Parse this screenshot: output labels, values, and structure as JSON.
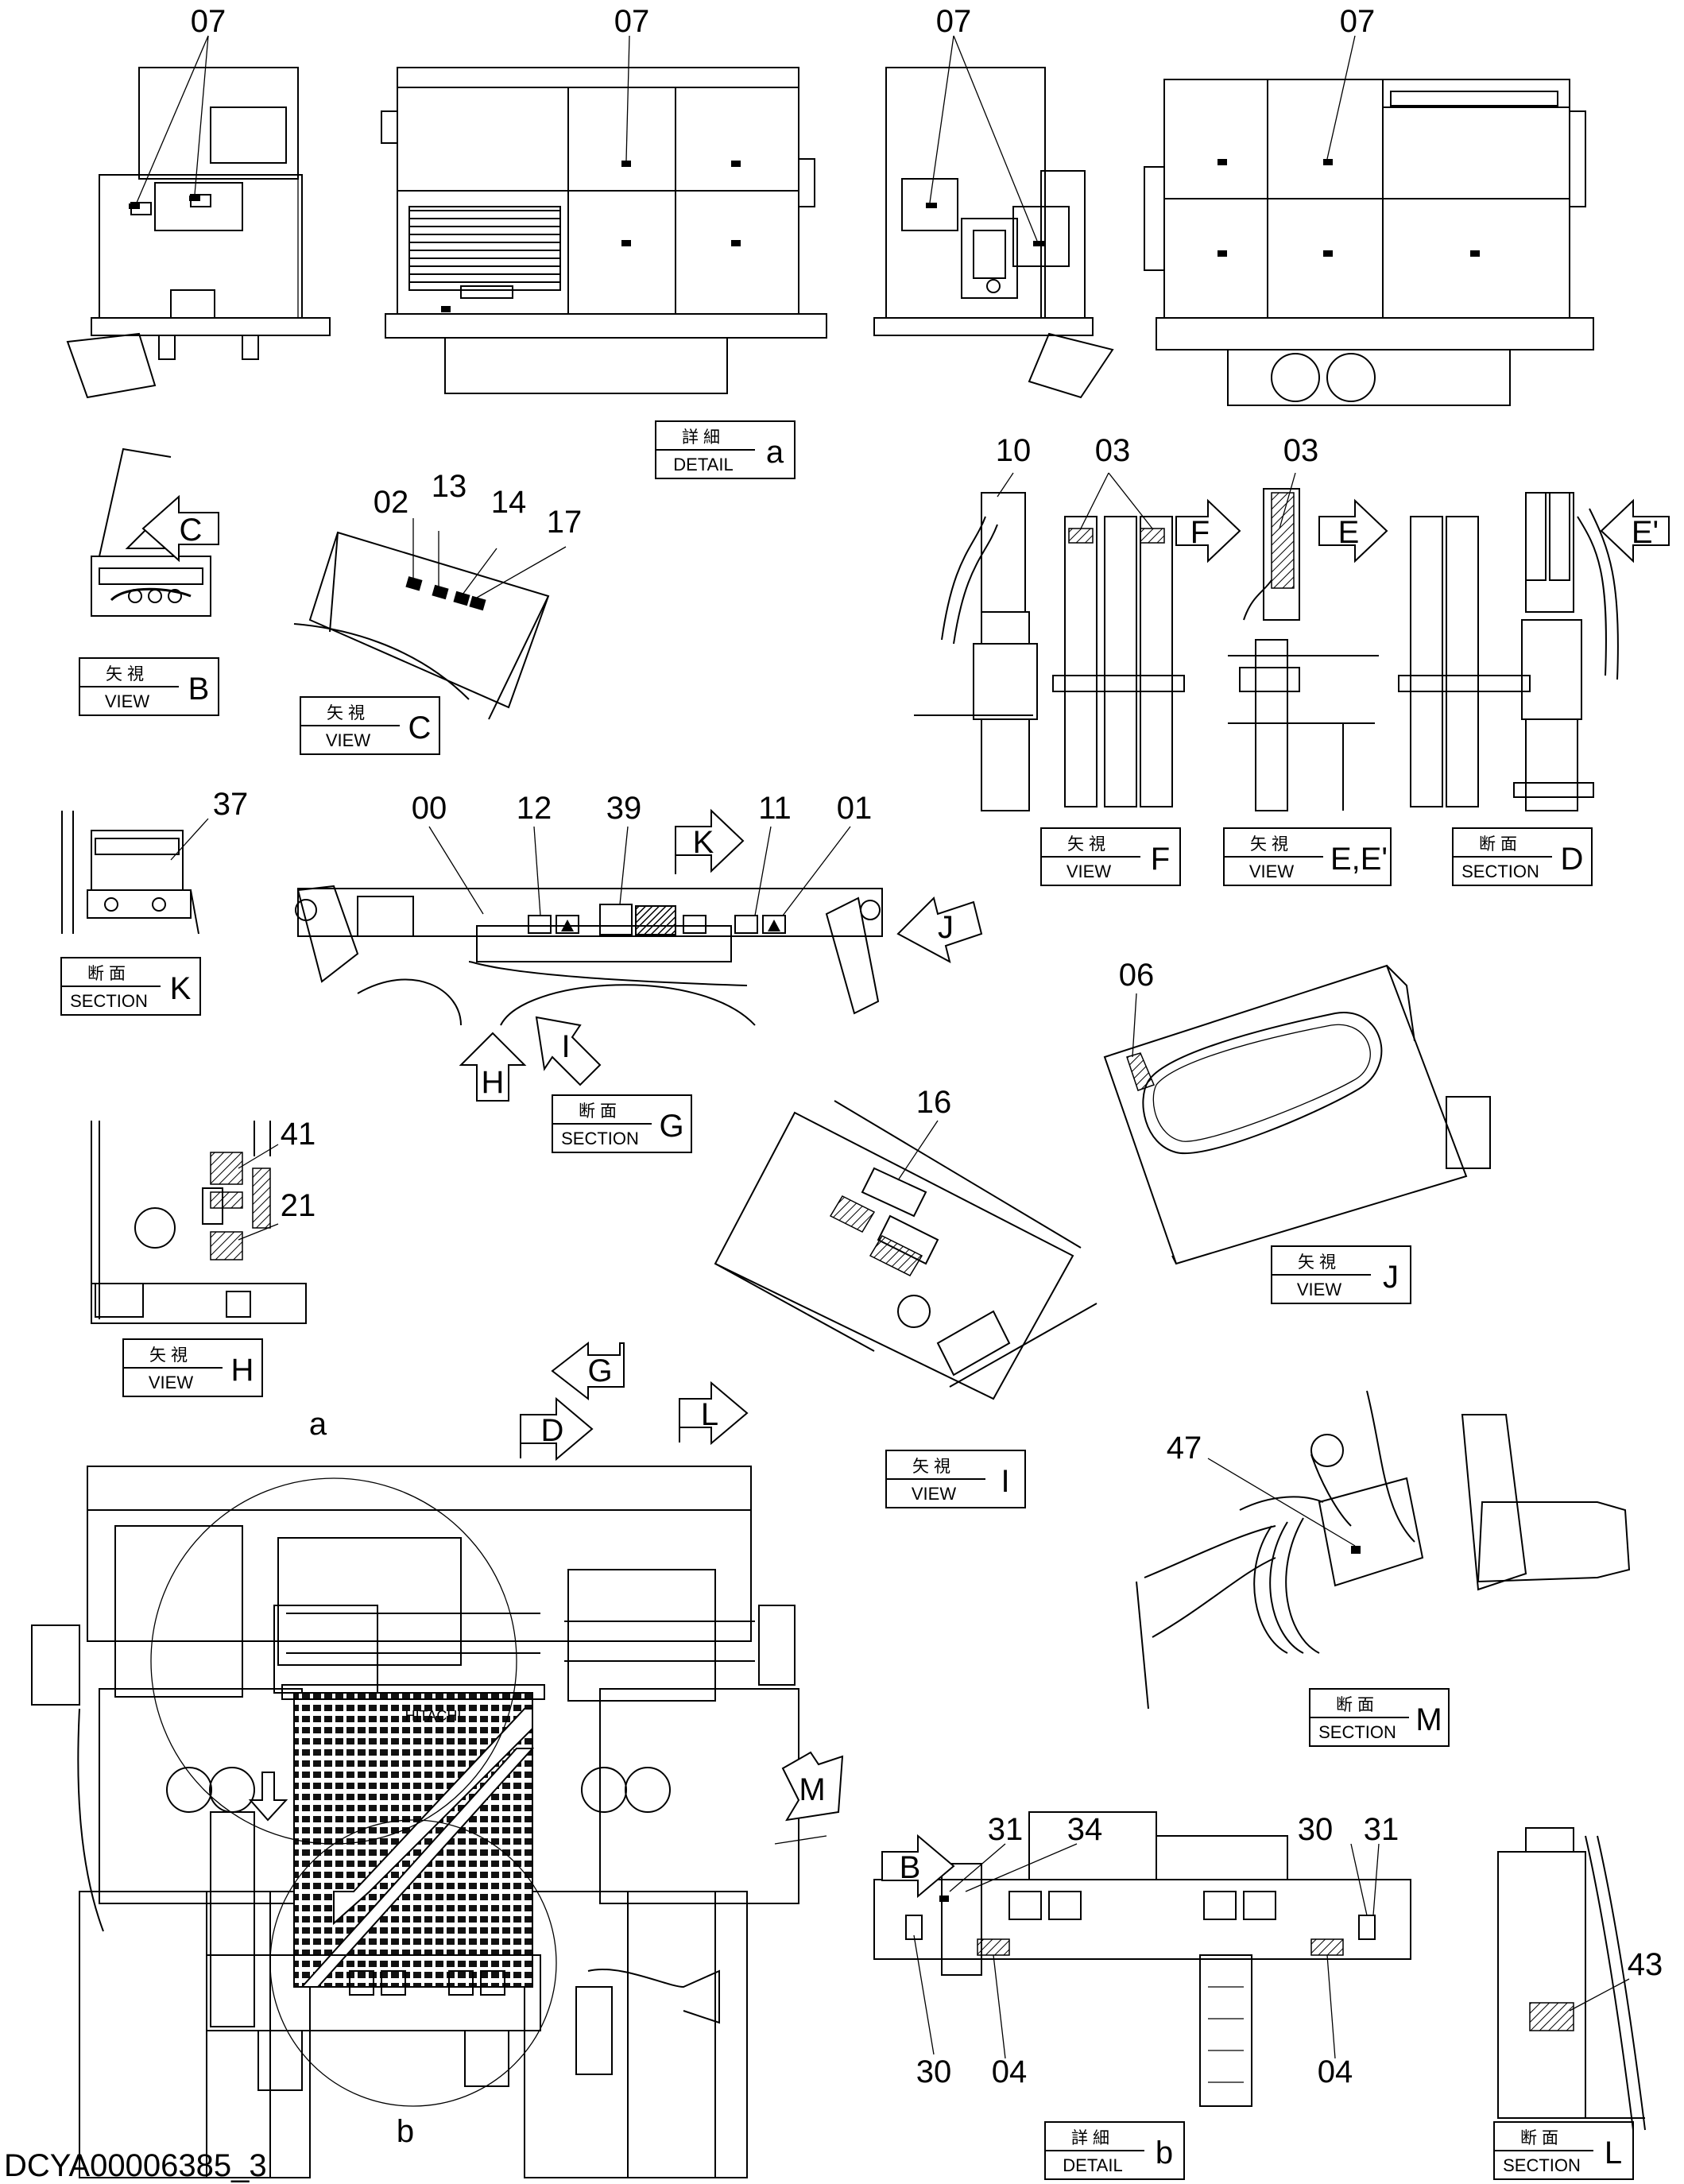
{
  "document_id": "DCYA00006385_3",
  "callouts": {
    "top1": "07",
    "top2": "07",
    "top3": "07",
    "top4": "07",
    "c02": "02",
    "c13": "13",
    "c14": "14",
    "c17": "17",
    "c10": "10",
    "c03a": "03",
    "c03b": "03",
    "c37": "37",
    "c00": "00",
    "c12": "12",
    "c39": "39",
    "c11": "11",
    "c01": "01",
    "c06": "06",
    "c41": "41",
    "c21": "21",
    "c16": "16",
    "c47": "47",
    "ca": "a",
    "cb": "b",
    "c31a": "31",
    "c34": "34",
    "c30a": "30",
    "c31b": "31",
    "c30b": "30",
    "c04a": "04",
    "c04b": "04",
    "c43": "43"
  },
  "tags": {
    "detail_a": {
      "jp": "詳細",
      "en": "DETAIL",
      "id": "a"
    },
    "detail_b": {
      "jp": "詳細",
      "en": "DETAIL",
      "id": "b"
    },
    "view_b": {
      "jp": "矢視",
      "en": "VIEW",
      "id": "B"
    },
    "view_c": {
      "jp": "矢視",
      "en": "VIEW",
      "id": "C"
    },
    "view_f": {
      "jp": "矢視",
      "en": "VIEW",
      "id": "F"
    },
    "view_ee": {
      "jp": "矢視",
      "en": "VIEW",
      "id": "E,E'"
    },
    "section_d": {
      "jp": "断面",
      "en": "SECTION",
      "id": "D"
    },
    "section_k": {
      "jp": "断面",
      "en": "SECTION",
      "id": "K"
    },
    "section_g": {
      "jp": "断面",
      "en": "SECTION",
      "id": "G"
    },
    "view_h": {
      "jp": "矢視",
      "en": "VIEW",
      "id": "H"
    },
    "view_j": {
      "jp": "矢視",
      "en": "VIEW",
      "id": "J"
    },
    "view_i": {
      "jp": "矢視",
      "en": "VIEW",
      "id": "I"
    },
    "section_m": {
      "jp": "断面",
      "en": "SECTION",
      "id": "M"
    },
    "section_l": {
      "jp": "断面",
      "en": "SECTION",
      "id": "L"
    }
  },
  "view_arrows": {
    "C": "C",
    "F": "F",
    "E": "E",
    "Eprime": "E'",
    "K": "K",
    "J": "J",
    "H": "H",
    "I": "I",
    "G": "G",
    "D": "D",
    "L": "L",
    "M": "M",
    "B": "B"
  },
  "hitachi_text": "HITACHI"
}
